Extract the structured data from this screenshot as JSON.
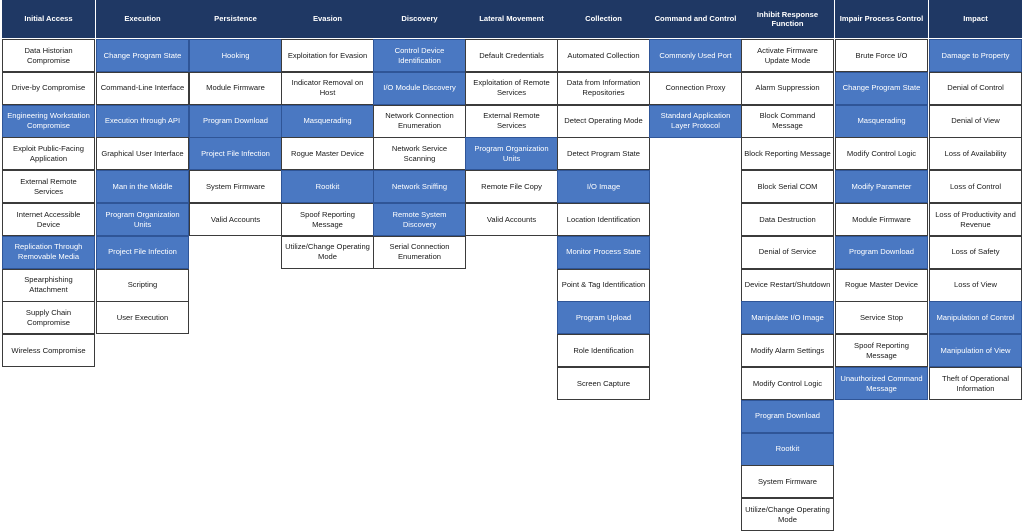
{
  "colors": {
    "header_bg": "#1f3864",
    "highlight_bg": "#4a78c2",
    "cell_bg": "#ffffff",
    "border": "#3b3b3b"
  },
  "columns": [
    {
      "header": "Initial Access",
      "cells": [
        {
          "label": "Data Historian Compromise",
          "highlighted": false
        },
        {
          "label": "Drive-by Compromise",
          "highlighted": false
        },
        {
          "label": "Engineering Workstation Compromise",
          "highlighted": true
        },
        {
          "label": "Exploit Public-Facing Application",
          "highlighted": false
        },
        {
          "label": "External Remote Services",
          "highlighted": false
        },
        {
          "label": "Internet Accessible Device",
          "highlighted": false
        },
        {
          "label": "Replication Through Removable Media",
          "highlighted": true
        },
        {
          "label": "Spearphishing Attachment",
          "highlighted": false
        },
        {
          "label": "Supply Chain Compromise",
          "highlighted": false
        },
        {
          "label": "Wireless Compromise",
          "highlighted": false
        }
      ]
    },
    {
      "header": "Execution",
      "cells": [
        {
          "label": "Change Program State",
          "highlighted": true
        },
        {
          "label": "Command-Line Interface",
          "highlighted": false
        },
        {
          "label": "Execution through API",
          "highlighted": true
        },
        {
          "label": "Graphical User Interface",
          "highlighted": false
        },
        {
          "label": "Man in the Middle",
          "highlighted": true
        },
        {
          "label": "Program Organization Units",
          "highlighted": true
        },
        {
          "label": "Project File Infection",
          "highlighted": true
        },
        {
          "label": "Scripting",
          "highlighted": false
        },
        {
          "label": "User Execution",
          "highlighted": false
        }
      ]
    },
    {
      "header": "Persistence",
      "cells": [
        {
          "label": "Hooking",
          "highlighted": true
        },
        {
          "label": "Module Firmware",
          "highlighted": false
        },
        {
          "label": "Program Download",
          "highlighted": true
        },
        {
          "label": "Project File Infection",
          "highlighted": true
        },
        {
          "label": "System Firmware",
          "highlighted": false
        },
        {
          "label": "Valid Accounts",
          "highlighted": false
        }
      ]
    },
    {
      "header": "Evasion",
      "cells": [
        {
          "label": "Exploitation for Evasion",
          "highlighted": false
        },
        {
          "label": "Indicator Removal on Host",
          "highlighted": false
        },
        {
          "label": "Masquerading",
          "highlighted": true
        },
        {
          "label": "Rogue Master Device",
          "highlighted": false
        },
        {
          "label": "Rootkit",
          "highlighted": true
        },
        {
          "label": "Spoof Reporting Message",
          "highlighted": false
        },
        {
          "label": "Utilize/Change Operating Mode",
          "highlighted": false
        }
      ]
    },
    {
      "header": "Discovery",
      "cells": [
        {
          "label": "Control Device Identification",
          "highlighted": true
        },
        {
          "label": "I/O Module Discovery",
          "highlighted": true
        },
        {
          "label": "Network Connection Enumeration",
          "highlighted": false
        },
        {
          "label": "Network Service Scanning",
          "highlighted": false
        },
        {
          "label": "Network Sniffing",
          "highlighted": true
        },
        {
          "label": "Remote System Discovery",
          "highlighted": true
        },
        {
          "label": "Serial Connection Enumeration",
          "highlighted": false
        }
      ]
    },
    {
      "header": "Lateral Movement",
      "cells": [
        {
          "label": "Default Credentials",
          "highlighted": false
        },
        {
          "label": "Exploitation of Remote Services",
          "highlighted": false
        },
        {
          "label": "External Remote Services",
          "highlighted": false
        },
        {
          "label": "Program Organization Units",
          "highlighted": true
        },
        {
          "label": "Remote File Copy",
          "highlighted": false
        },
        {
          "label": "Valid Accounts",
          "highlighted": false
        }
      ]
    },
    {
      "header": "Collection",
      "cells": [
        {
          "label": "Automated Collection",
          "highlighted": false
        },
        {
          "label": "Data from Information Repositories",
          "highlighted": false
        },
        {
          "label": "Detect Operating Mode",
          "highlighted": false
        },
        {
          "label": "Detect Program State",
          "highlighted": false
        },
        {
          "label": "I/O Image",
          "highlighted": true
        },
        {
          "label": "Location Identification",
          "highlighted": false
        },
        {
          "label": "Monitor Process State",
          "highlighted": true
        },
        {
          "label": "Point & Tag Identification",
          "highlighted": false
        },
        {
          "label": "Program Upload",
          "highlighted": true
        },
        {
          "label": "Role Identification",
          "highlighted": false
        },
        {
          "label": "Screen Capture",
          "highlighted": false
        }
      ]
    },
    {
      "header": "Command and Control",
      "cells": [
        {
          "label": "Commonly Used Port",
          "highlighted": true
        },
        {
          "label": "Connection Proxy",
          "highlighted": false
        },
        {
          "label": "Standard Application Layer Protocol",
          "highlighted": true
        }
      ]
    },
    {
      "header": "Inhibit Response Function",
      "cells": [
        {
          "label": "Activate Firmware Update Mode",
          "highlighted": false
        },
        {
          "label": "Alarm Suppression",
          "highlighted": false
        },
        {
          "label": "Block Command Message",
          "highlighted": false
        },
        {
          "label": "Block Reporting Message",
          "highlighted": false
        },
        {
          "label": "Block Serial COM",
          "highlighted": false
        },
        {
          "label": "Data Destruction",
          "highlighted": false
        },
        {
          "label": "Denial of Service",
          "highlighted": false
        },
        {
          "label": "Device Restart/Shutdown",
          "highlighted": false
        },
        {
          "label": "Manipulate I/O Image",
          "highlighted": true
        },
        {
          "label": "Modify Alarm Settings",
          "highlighted": false
        },
        {
          "label": "Modify Control Logic",
          "highlighted": false
        },
        {
          "label": "Program Download",
          "highlighted": true
        },
        {
          "label": "Rootkit",
          "highlighted": true
        },
        {
          "label": "System Firmware",
          "highlighted": false
        },
        {
          "label": "Utilize/Change Operating Mode",
          "highlighted": false
        }
      ]
    },
    {
      "header": "Impair Process Control",
      "cells": [
        {
          "label": "Brute Force I/O",
          "highlighted": false
        },
        {
          "label": "Change Program State",
          "highlighted": true
        },
        {
          "label": "Masquerading",
          "highlighted": true
        },
        {
          "label": "Modify Control Logic",
          "highlighted": false
        },
        {
          "label": "Modify Parameter",
          "highlighted": true
        },
        {
          "label": "Module Firmware",
          "highlighted": false
        },
        {
          "label": "Program Download",
          "highlighted": true
        },
        {
          "label": "Rogue Master Device",
          "highlighted": false
        },
        {
          "label": "Service Stop",
          "highlighted": false
        },
        {
          "label": "Spoof Reporting Message",
          "highlighted": false
        },
        {
          "label": "Unauthorized Command Message",
          "highlighted": true
        }
      ]
    },
    {
      "header": "Impact",
      "cells": [
        {
          "label": "Damage to Property",
          "highlighted": true
        },
        {
          "label": "Denial of Control",
          "highlighted": false
        },
        {
          "label": "Denial of View",
          "highlighted": false
        },
        {
          "label": "Loss of Availability",
          "highlighted": false
        },
        {
          "label": "Loss of Control",
          "highlighted": false
        },
        {
          "label": "Loss of Productivity and Revenue",
          "highlighted": false
        },
        {
          "label": "Loss of Safety",
          "highlighted": false
        },
        {
          "label": "Loss of View",
          "highlighted": false
        },
        {
          "label": "Manipulation of Control",
          "highlighted": true
        },
        {
          "label": "Manipulation of View",
          "highlighted": true
        },
        {
          "label": "Theft of Operational Information",
          "highlighted": false
        }
      ]
    }
  ]
}
